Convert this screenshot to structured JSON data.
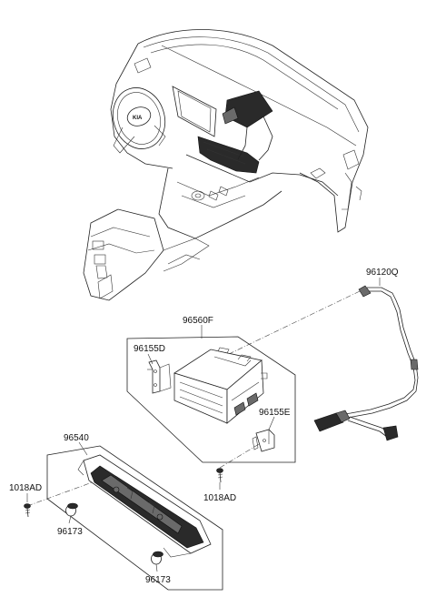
{
  "labels": {
    "cable": "96120Q",
    "module_assembly": "96560F",
    "bracket_left": "96155D",
    "bracket_right": "96155E",
    "panel": "96540",
    "screw_left": "1018AD",
    "screw_right": "1018AD",
    "knob_upper": "96173",
    "knob_lower": "96173"
  },
  "steering_emblem": "KIA"
}
